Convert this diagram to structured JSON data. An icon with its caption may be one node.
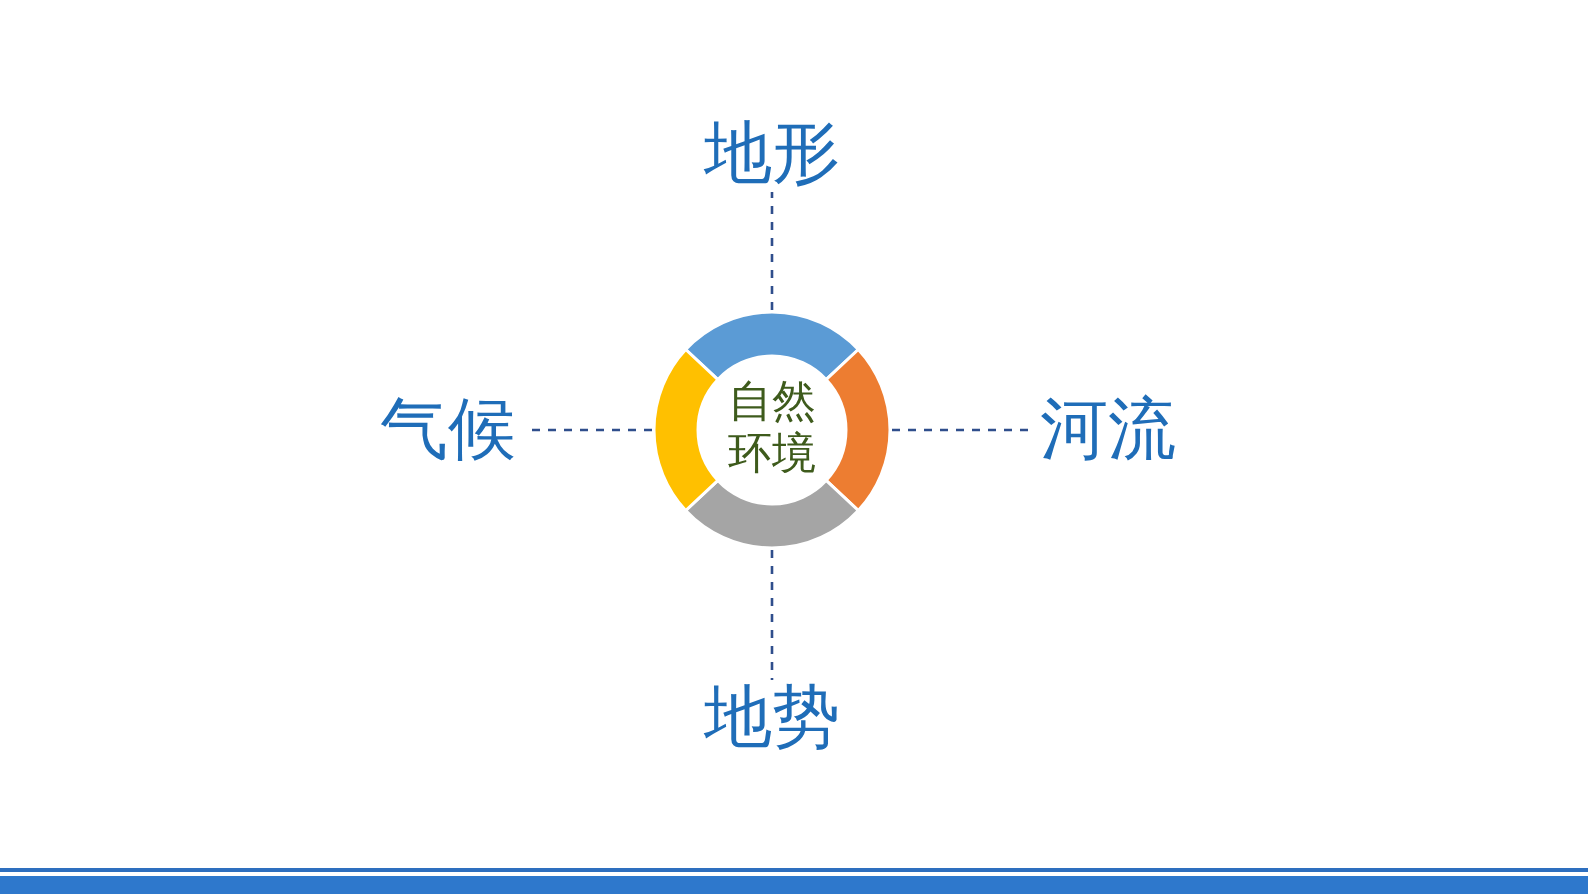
{
  "diagram": {
    "nodes": [
      {
        "text": [
          "自然环境"
        ]
      },
      {
        "text": [
          "地形"
        ]
      },
      {
        "text": [
          "河流"
        ]
      },
      {
        "text": [
          "地势"
        ]
      },
      {
        "text": [
          "气候"
        ]
      }
    ],
    "edges": [
      {
        "from": 0,
        "to": 1,
        "arrow": "none",
        "style": "dashed"
      },
      {
        "from": 0,
        "to": 2,
        "arrow": "none",
        "style": "dashed"
      },
      {
        "from": 0,
        "to": 3,
        "arrow": "none",
        "style": "dashed"
      },
      {
        "from": 0,
        "to": 4,
        "arrow": "none",
        "style": "dashed"
      }
    ]
  }
}
